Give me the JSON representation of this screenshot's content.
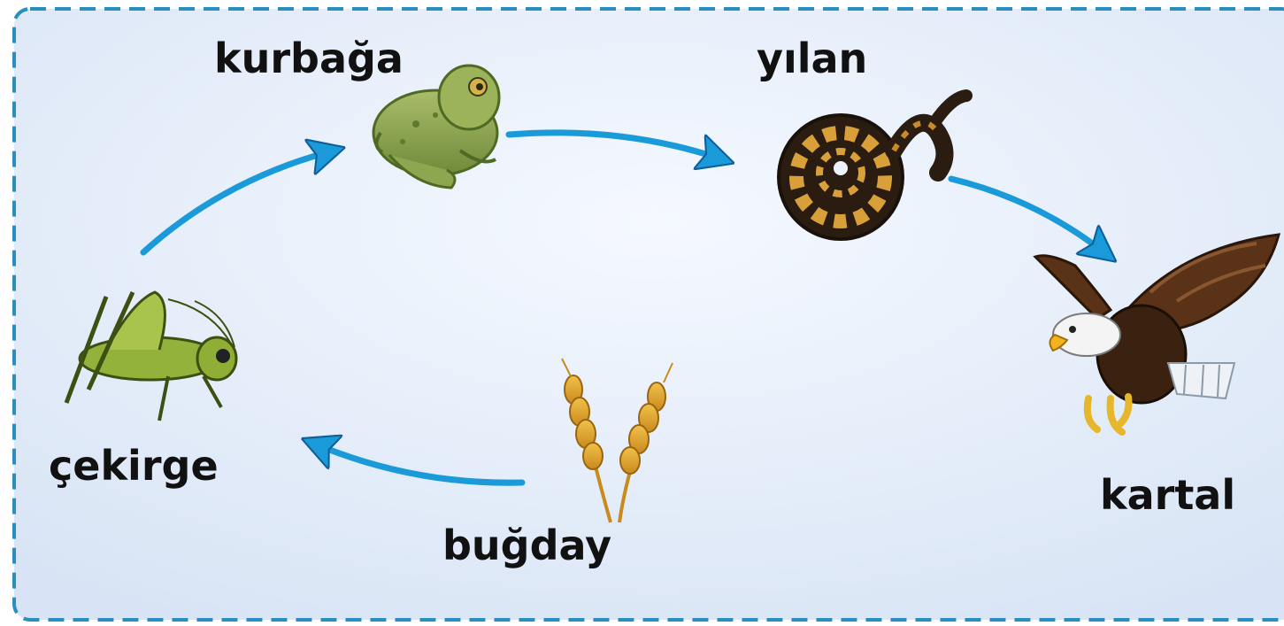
{
  "organisms": [
    {
      "id": "kurbaga",
      "name": "kurbağa",
      "icon": "frog-icon"
    },
    {
      "id": "yilan",
      "name": "yılan",
      "icon": "snake-icon"
    },
    {
      "id": "kartal",
      "name": "kartal",
      "icon": "eagle-icon"
    },
    {
      "id": "bugday",
      "name": "buğday",
      "icon": "wheat-icon"
    },
    {
      "id": "cekirge",
      "name": "çekirge",
      "icon": "grasshopper-icon"
    }
  ],
  "colors": {
    "arrow": "#1a9ad8",
    "arrow_dark": "#0f5f9a",
    "border": "#2a8fc0",
    "background_light": "#f4f8ff",
    "background_dark": "#dbe6f6"
  }
}
